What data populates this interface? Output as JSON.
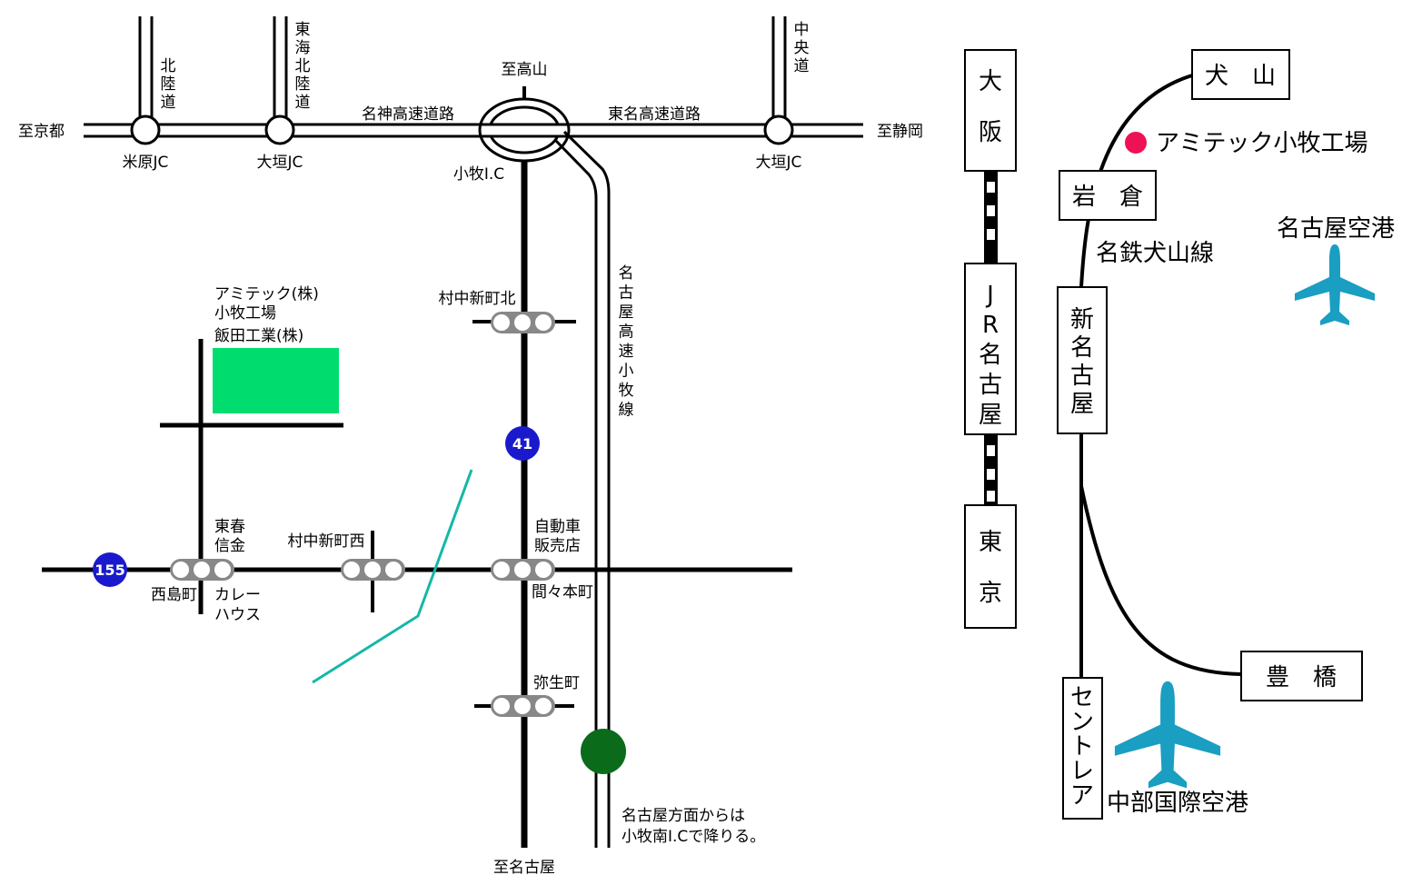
{
  "road_map": {
    "directions": {
      "kyoto": "至京都",
      "takayama": "至高山",
      "shizuoka": "至静岡",
      "nagoya": "至名古屋"
    },
    "expressways": {
      "meishin": "名神高速道路",
      "tomei": "東名高速道路",
      "hokuriku": "北陸道",
      "tokai_hokuriku": "東海北陸道",
      "chuo": "中央道",
      "nagoya_komaki": "名古屋高速小牧線"
    },
    "junctions": {
      "maibara": "米原JC",
      "ogaki_west": "大垣JC",
      "ogaki_east": "大垣JC",
      "komaki_ic": "小牧I.C"
    },
    "company": {
      "name_line1": "アミテック(株)",
      "name_line2": "小牧工場",
      "neighbor": "飯田工業(株)",
      "color": "#00dd6e"
    },
    "intersections": {
      "murakami_kita": "村中新町北",
      "murakami_nishi": "村中新町西",
      "toshun_line1": "東春",
      "toshun_line2": "信金",
      "nishijima": "西島町",
      "curry_line1": "カレー",
      "curry_line2": "ハウス",
      "dealer_line1": "自動車",
      "dealer_line2": "販売店",
      "mamamoto": "間々本町",
      "yayoi": "弥生町"
    },
    "route_badges": {
      "r41": "41",
      "r155": "155",
      "color": "#1a1acc"
    },
    "note_line1": "名古屋方面からは",
    "note_line2": "小牧南I.Cで降りる。",
    "exit_marker_color": "#0a6b1a",
    "river_color": "#14b8a6"
  },
  "rail_map": {
    "jr_stations": {
      "osaka": "大阪",
      "jr_nagoya": "JR名古屋",
      "tokyo": "東京"
    },
    "meitetsu": {
      "inuyama": "犬　山",
      "iwakura": "岩　倉",
      "shin_nagoya": "新名古屋",
      "toyohashi": "豊　橋",
      "centrair": "セントレア",
      "line_name": "名鉄犬山線"
    },
    "factory_label": "アミテック小牧工場",
    "factory_marker_color": "#ee1155",
    "airports": {
      "nagoya": "名古屋空港",
      "chubu": "中部国際空港",
      "icon_color": "#1a9ec2"
    }
  }
}
